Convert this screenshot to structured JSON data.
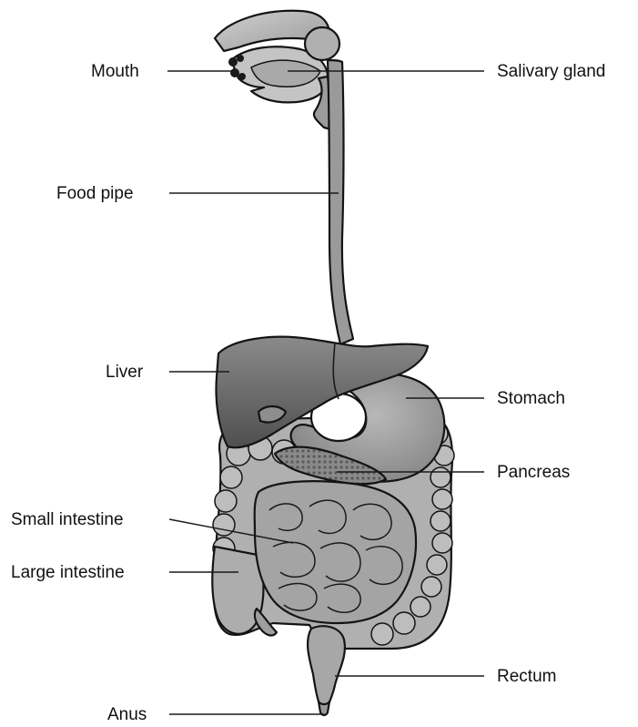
{
  "labels": {
    "mouth": "Mouth",
    "salivary_gland": "Salivary gland",
    "food_pipe": "Food pipe",
    "liver": "Liver",
    "stomach": "Stomach",
    "pancreas": "Pancreas",
    "small_intestine": "Small intestine",
    "large_intestine": "Large intestine",
    "rectum": "Rectum",
    "anus": "Anus"
  },
  "colors": {
    "head": "#b9b9b9",
    "esophagus": "#9c9c9c",
    "liver": "#6f6f6f",
    "stomach": "#a3a3a3",
    "pancreas": "#7d7d7d",
    "small_intestine": "#a8a8a8",
    "large_intestine": "#b4b4b4",
    "outline": "#141414"
  }
}
